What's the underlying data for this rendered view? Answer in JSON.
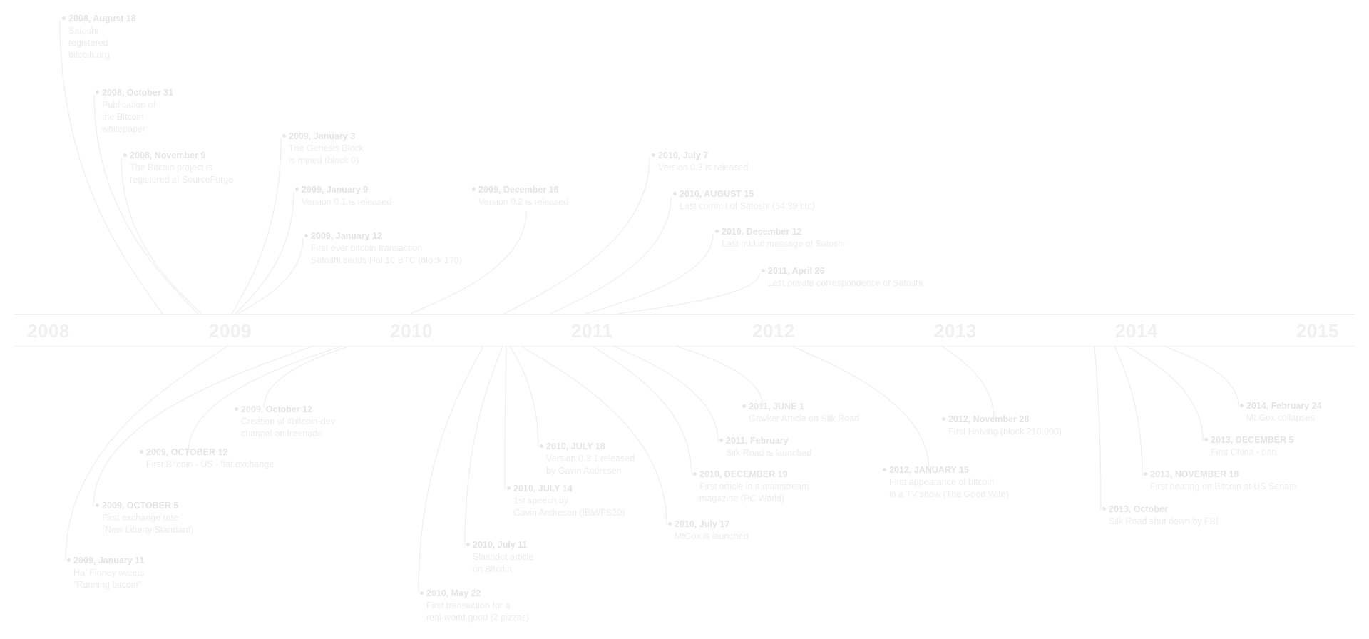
{
  "years": [
    "2008",
    "2009",
    "2010",
    "2011",
    "2012",
    "2013",
    "2014",
    "2015"
  ],
  "events": [
    {
      "date": "2008, August 18",
      "desc": "Satoshi\nregistered\nbitcoin.org"
    },
    {
      "date": "2008, October 31",
      "desc": "Publication of\nthe Bitcoin\nwhitepaper"
    },
    {
      "date": "2008, November 9",
      "desc": "The Bitcoin project is\nregistered at SourceForge"
    },
    {
      "date": "2009, January 3",
      "desc": "The Genesis Block\nis mined (block 0)"
    },
    {
      "date": "2009, January 9",
      "desc": "Version 0.1 is released"
    },
    {
      "date": "2009, January 12",
      "desc": "First ever bitcoin transaction\nSatoshi sends Hal 10 BTC (block 170)"
    },
    {
      "date": "2009, December 16",
      "desc": "Version 0.2 is released"
    },
    {
      "date": "2010, July 7",
      "desc": "Version 0.3 is released"
    },
    {
      "date": "2010, AUGUST 15",
      "desc": "Last commit of Satoshi (54:39 btc)"
    },
    {
      "date": "2010, December 12",
      "desc": "Last public message of Satoshi"
    },
    {
      "date": "2011, April 26",
      "desc": "Last private correspondence of Satoshi"
    },
    {
      "date": "2009, October 12",
      "desc": "Creation of #bitcoin-dev\nchannel on freenode"
    },
    {
      "date": "2009, OCTOBER 12",
      "desc": "First Bitcoin - US - fiat exchange"
    },
    {
      "date": "2009, OCTOBER 5",
      "desc": "First exchange rate\n(New Liberty Standard)"
    },
    {
      "date": "2009, January 11",
      "desc": "Hal Finney tweets\n\"Running bitcoin\""
    },
    {
      "date": "2010, May 22",
      "desc": "First transaction for a\nreal-world good (2 pizzas)"
    },
    {
      "date": "2010, July 11",
      "desc": "Slashdot article\non Bitcoin"
    },
    {
      "date": "2010, JULY 14",
      "desc": "1st speech by\nGavin Andresen (IBM/FS20)"
    },
    {
      "date": "2010, JULY 18",
      "desc": "Version 0.3.1 released\nby Gavin Andresen"
    },
    {
      "date": "2010, July 17",
      "desc": "MtGox is launched"
    },
    {
      "date": "2010, DECEMBER 19",
      "desc": "First article in a mainstream\nmagazine (PC World)"
    },
    {
      "date": "2011, February",
      "desc": "Silk Road is launched"
    },
    {
      "date": "2011, JUNE 1",
      "desc": "Gawker Article on Silk Road"
    },
    {
      "date": "2012, JANUARY 15",
      "desc": "First appearance of bitcoin\nin a TV show (The Good Wife)"
    },
    {
      "date": "2012, November 28",
      "desc": "First Halving (block 210,000)"
    },
    {
      "date": "2013, October",
      "desc": "Silk Road shut down by FBI"
    },
    {
      "date": "2013, NOVEMBER 18",
      "desc": "First hearing on Bitcoin at US Senate"
    },
    {
      "date": "2013, DECEMBER 5",
      "desc": "First China - ban"
    },
    {
      "date": "2014, February 24",
      "desc": "Mt.Gox collapses"
    }
  ]
}
